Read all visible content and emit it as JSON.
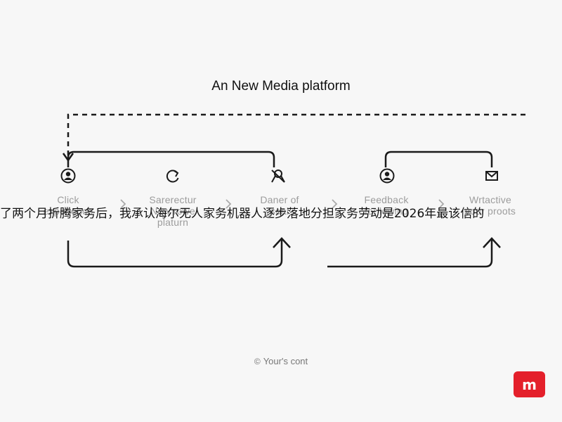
{
  "title": "An New Media platform",
  "nodes": [
    {
      "icon": "user-circle-icon",
      "label_lines": [
        "Click",
        "experience"
      ]
    },
    {
      "icon": "refresh-icon",
      "label_lines": [
        "Sarerectur",
        "New rowe",
        "platurn"
      ]
    },
    {
      "icon": "ribbon-icon",
      "label_lines": [
        "Daner of",
        "soal"
      ]
    },
    {
      "icon": "user-circle-icon",
      "label_lines": [
        "Feedback",
        "for lewing"
      ]
    },
    {
      "icon": "envelope-icon",
      "label_lines": [
        "Wrtactive",
        "your proots"
      ]
    }
  ],
  "overlay_text": "了两个月折腾家务后，我承认海尔无人家务机器人逐步落地分担家务劳动是2026年最该信的",
  "footer": {
    "icon": "copyright-icon",
    "text": "Your's cont"
  },
  "logo": {
    "text": "m",
    "color": "#e4202b"
  },
  "colors": {
    "line": "#1a1a1a",
    "label": "#9c9c9c"
  }
}
